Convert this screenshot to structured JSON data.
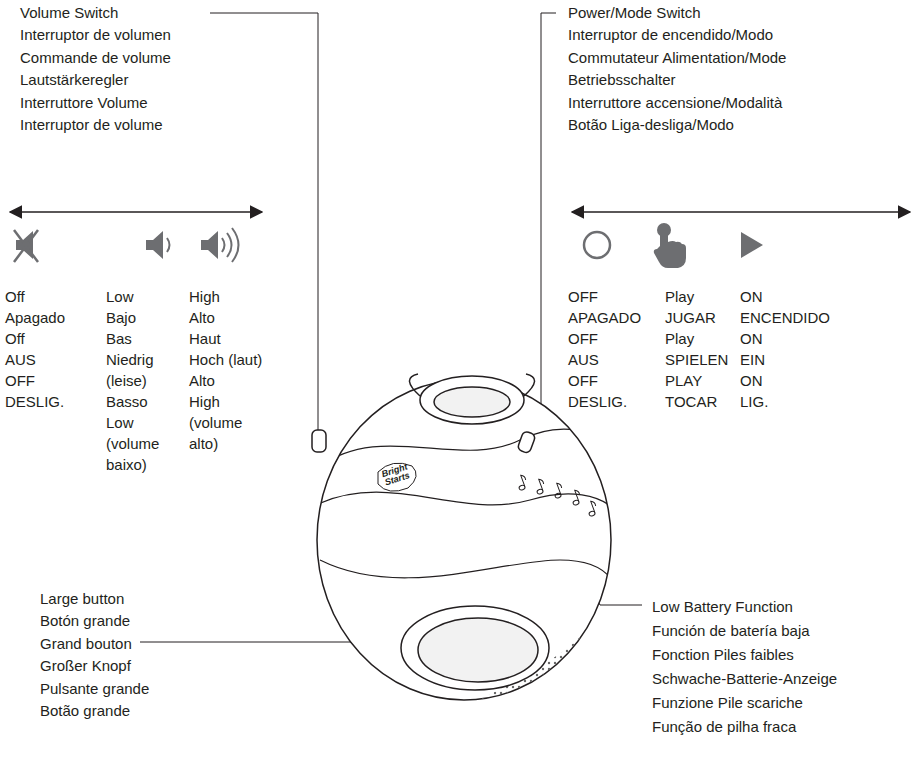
{
  "diagram": {
    "labels": [
      "Volume Switch",
      "Interruptor de volumen",
      "Commande de volume",
      "Lautstärkeregler",
      "Interruttore Volume",
      "Interruptor de volume",
      "Off",
      "Apagado",
      "Off",
      "AUS",
      "OFF",
      "DESLIG.",
      "Low",
      "Bajo",
      "Bas",
      "Niedrig (leise)",
      "Basso",
      "Low (volume baixo)",
      "High",
      "Alto",
      "Haut",
      "Hoch (laut)",
      "Alto",
      "High (volume alto)",
      "Power/Mode Switch",
      "Interruptor de encendido/Modo",
      "Commutateur Alimentation/Mode",
      "Betriebsschalter",
      "Interruttore accensione/Modalità",
      "Botão Liga-desliga/Modo",
      "OFF",
      "APAGADO",
      "OFF",
      "AUS",
      "OFF",
      "DESLIG.",
      "Play",
      "JUGAR",
      "Play",
      "SPIELEN",
      "PLAY",
      "TOCAR",
      "ON",
      "ENCENDIDO",
      "ON",
      "EIN",
      "ON",
      "LIG.",
      "Large button",
      "Botón grande",
      "Grand bouton",
      "Großer Knopf",
      "Pulsante grande",
      "Botão grande",
      "Low Battery Function",
      "Función de batería baja",
      "Fonction Piles faibles",
      "Schwache-Batterie-Anzeige",
      "Funzione Pile scariche",
      "Função de pilha fraca",
      "Bright Starts"
    ]
  }
}
